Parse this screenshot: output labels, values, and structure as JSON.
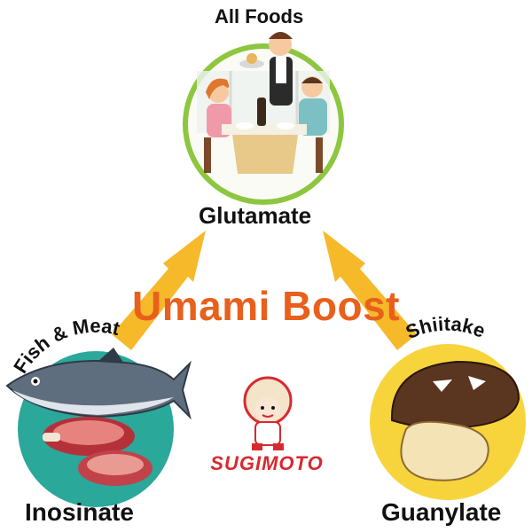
{
  "headline": {
    "text": "Umami Boost",
    "color": "#e8601c"
  },
  "arrow_color": "#f6b92a",
  "nodes": {
    "top": {
      "category": "All Foods",
      "compound": "Glutamate",
      "circle_fill": "#ffffff",
      "ring": "#8dc63f"
    },
    "left": {
      "category": "Fish & Meat",
      "compound": "Inosinate",
      "circle_fill": "#2aa89a",
      "ring": "#1e8f83"
    },
    "right": {
      "category": "Shiitake",
      "compound": "Guanylate",
      "circle_fill": "#f7d43b",
      "ring": "#e6b800"
    }
  },
  "brand": {
    "text": "SUGIMOTO",
    "color": "#d8292f"
  }
}
